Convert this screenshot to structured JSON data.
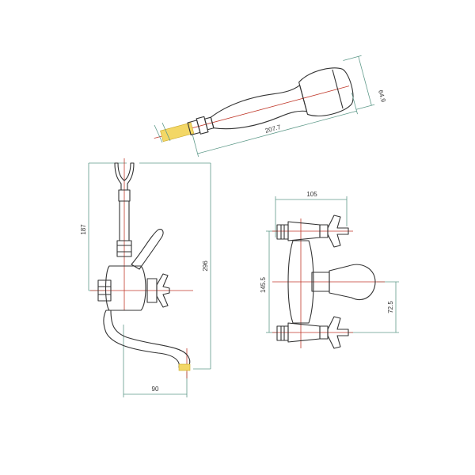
{
  "hand_shower": {
    "length_label": "207.7",
    "head_label": "64.9"
  },
  "side_view": {
    "height_label_upper": "187",
    "height_label_total": "296",
    "spout_reach_label": "90"
  },
  "front_view": {
    "width_label": "105",
    "centers_label": "145.5",
    "spout_height_label": "72.5"
  },
  "colors": {
    "outline": "#333333",
    "dimension": "#5f9a8a",
    "centerline": "#c0392b",
    "highlight": "#f3d766"
  }
}
